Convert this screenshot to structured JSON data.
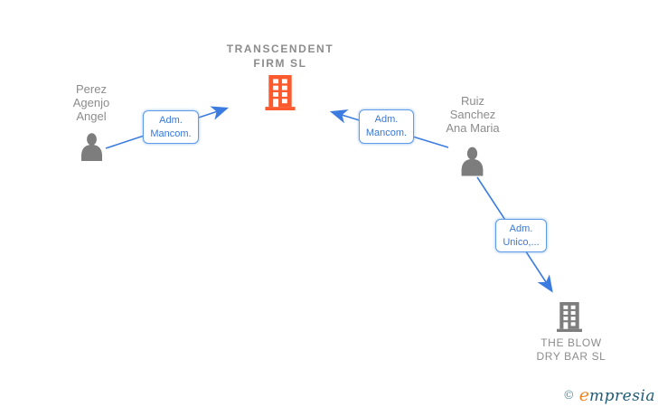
{
  "diagram": {
    "type": "corporate-relationship-network",
    "companies": [
      {
        "name": "TRANSCENDENT FIRM SL",
        "lines": [
          "TRANSCENDENT",
          "FIRM SL"
        ],
        "icon": "building-icon",
        "icon_color": "#fa5a2d"
      },
      {
        "name": "THE BLOW DRY BAR SL",
        "lines": [
          "THE BLOW",
          "DRY BAR SL"
        ],
        "icon": "building-icon",
        "icon_color": "#7d7d7d"
      }
    ],
    "people": [
      {
        "name": "Perez Agenjo Angel",
        "lines": [
          "Perez",
          "Agenjo",
          "Angel"
        ],
        "icon": "person-icon",
        "icon_color": "#7d7d7d"
      },
      {
        "name": "Ruiz Sanchez Ana Maria",
        "lines": [
          "Ruiz",
          "Sanchez",
          "Ana Maria"
        ],
        "icon": "person-icon",
        "icon_color": "#7d7d7d"
      }
    ],
    "relationships": [
      {
        "from": "Perez Agenjo Angel",
        "to": "TRANSCENDENT FIRM SL",
        "label": "Adm. Mancom.",
        "label_lines": [
          "Adm.",
          "Mancom."
        ]
      },
      {
        "from": "Ruiz Sanchez Ana Maria",
        "to": "TRANSCENDENT FIRM SL",
        "label": "Adm. Mancom.",
        "label_lines": [
          "Adm.",
          "Mancom."
        ]
      },
      {
        "from": "Ruiz Sanchez Ana Maria",
        "to": "THE BLOW DRY BAR SL",
        "label": "Adm. Unico,...",
        "label_lines": [
          "Adm.",
          "Unico,..."
        ]
      }
    ]
  },
  "branding": {
    "copyright": "©",
    "logo_e": "e",
    "logo_rest": "mpresia"
  },
  "colors": {
    "edge_blue": "#3c7ce0",
    "label_box_border": "#5f9ce8",
    "label_box_text": "#3a78d6",
    "node_text_gray": "#8c8c8c",
    "company_orange": "#fa5a2d",
    "entity_gray": "#7d7d7d",
    "logo_copyright": "#5d8b9a",
    "logo_e_orange": "#ef8520",
    "logo_rest_teal": "#205a77",
    "background": "#ffffff"
  }
}
